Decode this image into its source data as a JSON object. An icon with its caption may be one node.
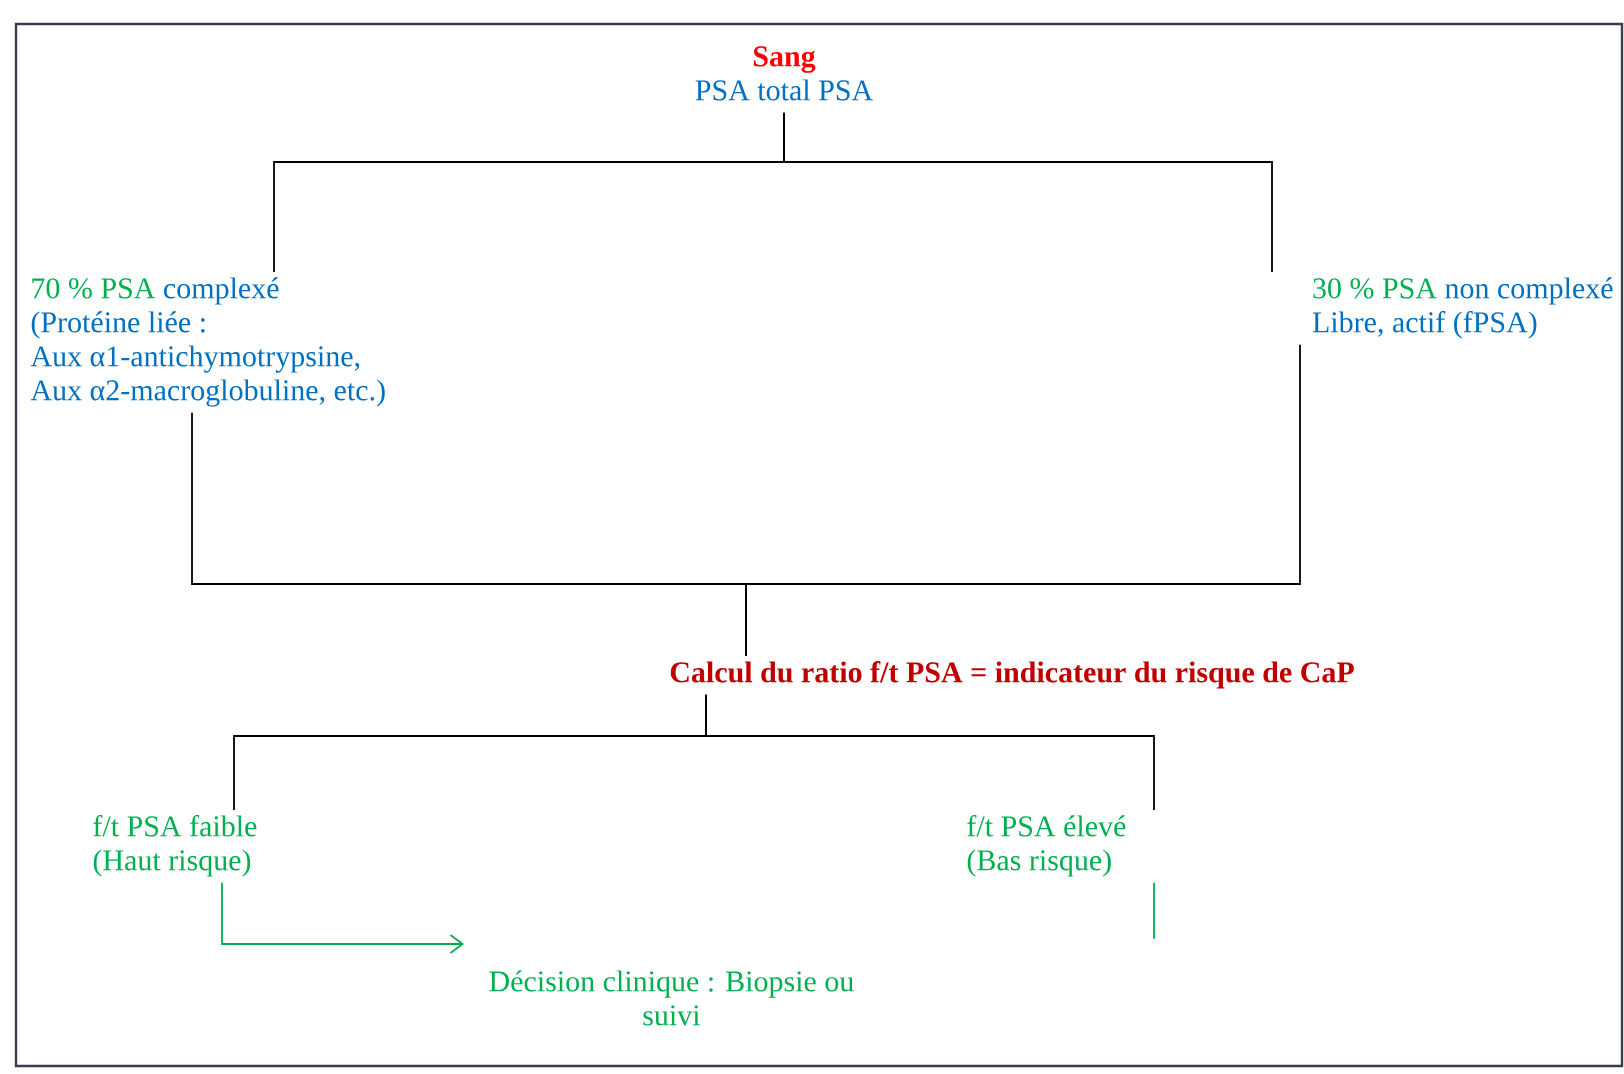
{
  "diagram": {
    "nodes": [
      {
        "text": [
          "Sang",
          "PSA total PSA"
        ]
      },
      {
        "text": [
          "70 % PSA",
          "complexé",
          "(Protéine liée :",
          "Aux α1-antichymotrypsine,",
          "Aux α2-macroglobuline, etc.)"
        ]
      },
      {
        "text": [
          "30 % PSA",
          "non complexé",
          "Libre, actif (fPSA)"
        ]
      },
      {
        "text": [
          "Calcul du ratio f/t PSA = indicateur du risque de CaP"
        ]
      },
      {
        "text": [
          "f/t PSA faible",
          "(Haut risque)"
        ]
      },
      {
        "text": [
          "f/t PSA élevé",
          "(Bas risque)"
        ]
      },
      {
        "text": [
          "Décision clinique : Biopsie ou suivi"
        ]
      }
    ],
    "edges": [
      {
        "from": 0,
        "to": 1,
        "arrow": "none"
      },
      {
        "from": 0,
        "to": 2,
        "arrow": "none"
      },
      {
        "from": 1,
        "to": 3,
        "arrow": "none"
      },
      {
        "from": 2,
        "to": 3,
        "arrow": "none"
      },
      {
        "from": 3,
        "to": 4,
        "arrow": "none"
      },
      {
        "from": 3,
        "to": 5,
        "arrow": "none"
      },
      {
        "from": 4,
        "to": 6,
        "arrow": "to",
        "color": "#00b050"
      },
      {
        "from": 5,
        "to": null,
        "arrow": "none",
        "color": "#00b050"
      }
    ]
  }
}
